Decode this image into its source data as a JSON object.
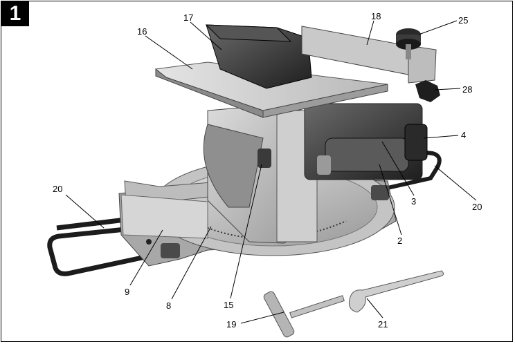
{
  "figure": {
    "number": "1",
    "callouts": [
      "17",
      "18",
      "25",
      "16",
      "28",
      "4",
      "20",
      "20",
      "3",
      "2",
      "9",
      "8",
      "15",
      "19",
      "21"
    ]
  }
}
